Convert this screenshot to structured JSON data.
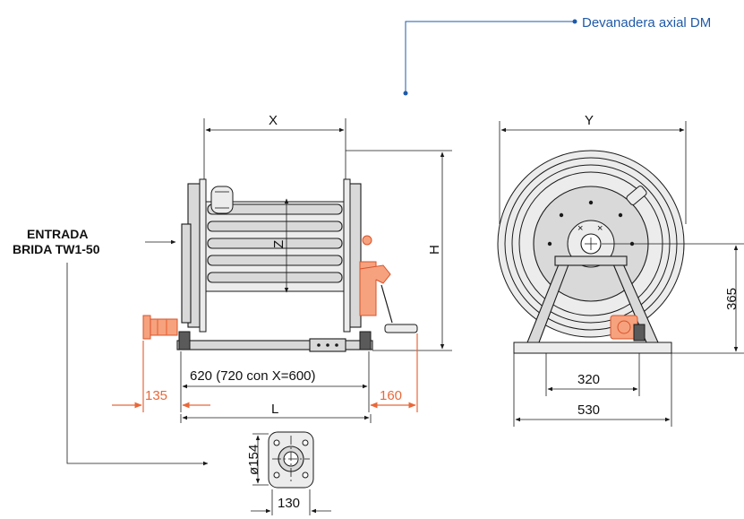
{
  "callout": {
    "text": "Devanadera axial DM",
    "color": "#1e5aa8"
  },
  "labels": {
    "inlet_line1": "ENTRADA",
    "inlet_line2": "BRIDA TW1-50"
  },
  "side_view": {
    "dim_x": "X",
    "dim_z": "Z",
    "dim_h": "H",
    "dim_base": "620 (720 con X=600)",
    "dim_left": "135",
    "dim_right": "160",
    "dim_l": "L"
  },
  "front_view": {
    "dim_y": "Y",
    "dim_height": "365",
    "dim_inner": "320",
    "dim_outer": "530"
  },
  "flange_detail": {
    "dim_diameter": "ø154",
    "dim_width": "130"
  },
  "colors": {
    "line": "#1a1a1a",
    "highlight": "#e8683a",
    "callout": "#1e5aa8",
    "metal": "#d9d9d9"
  }
}
